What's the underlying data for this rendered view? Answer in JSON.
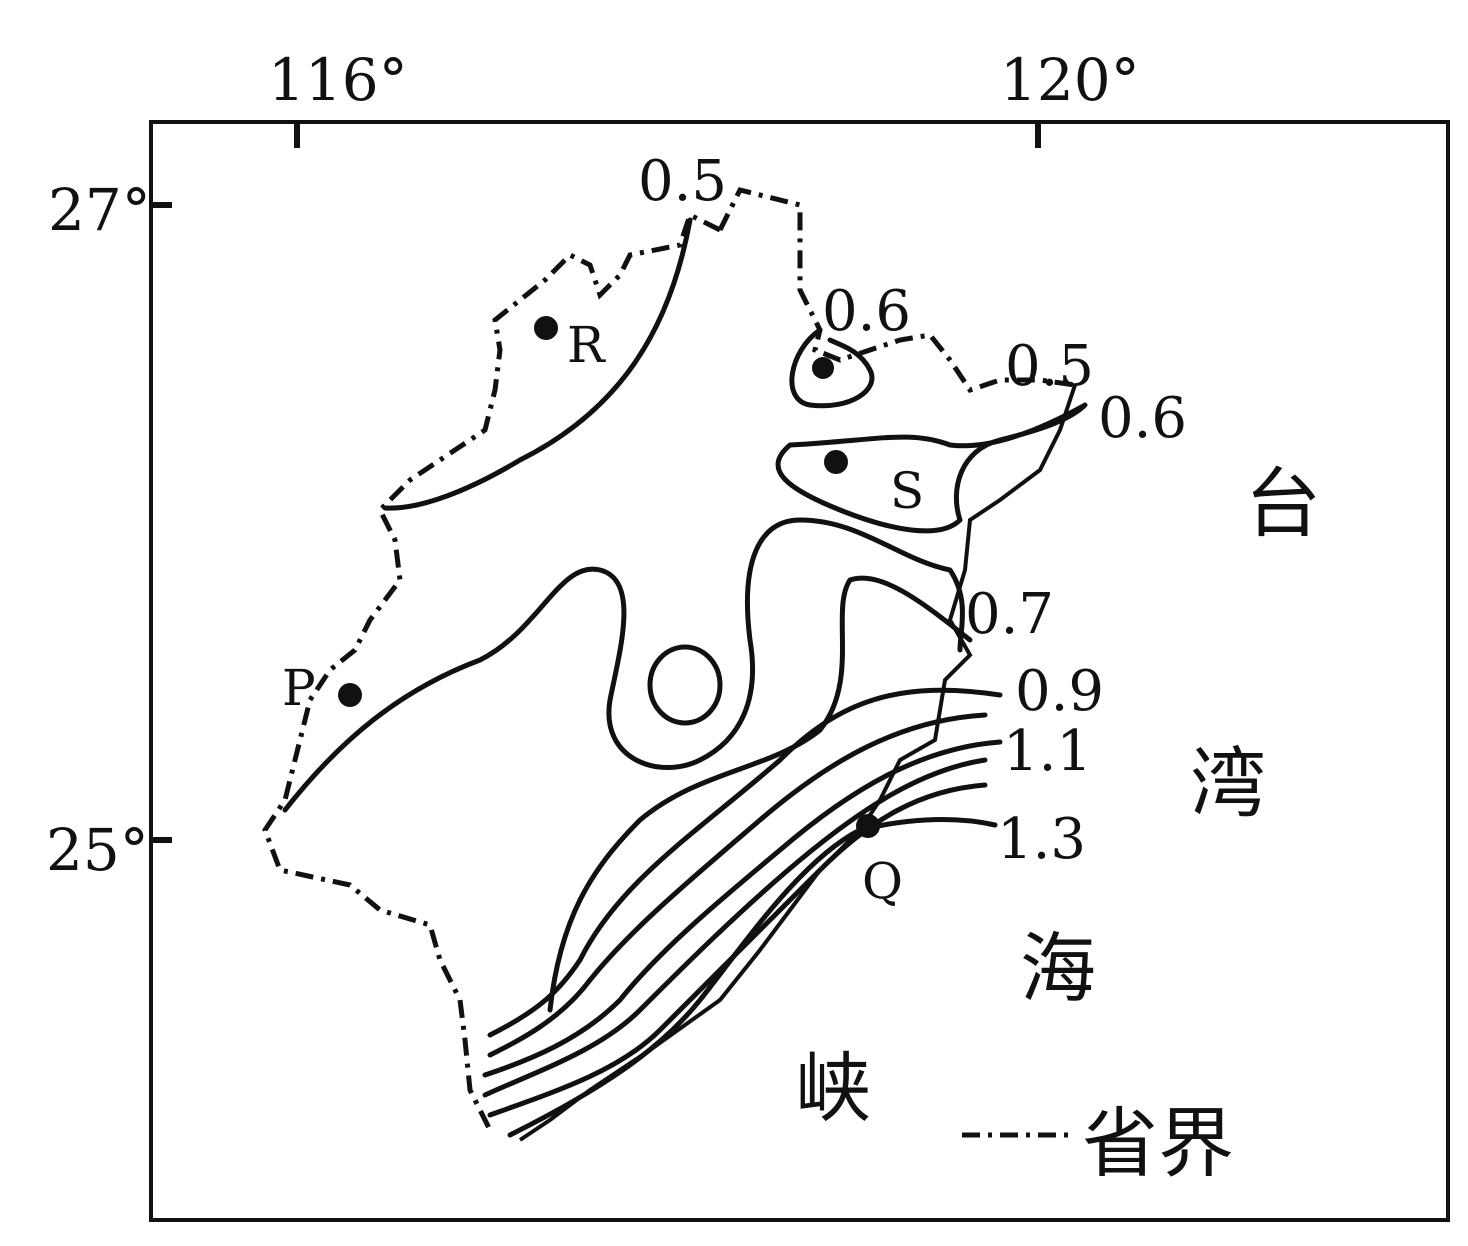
{
  "map": {
    "axes": {
      "lon_labels": [
        "116°",
        "120°"
      ],
      "lat_labels": [
        "27°",
        "25°"
      ]
    },
    "isoline_labels": [
      "0.5",
      "0.6",
      "0.5",
      "0.6",
      "0.7",
      "0.9",
      "1.1",
      "1.3"
    ],
    "points": [
      "R",
      "S",
      "P",
      "Q"
    ],
    "sea_name_chars": [
      "台",
      "湾",
      "海",
      "峡"
    ],
    "legend": {
      "label": "省界"
    }
  }
}
